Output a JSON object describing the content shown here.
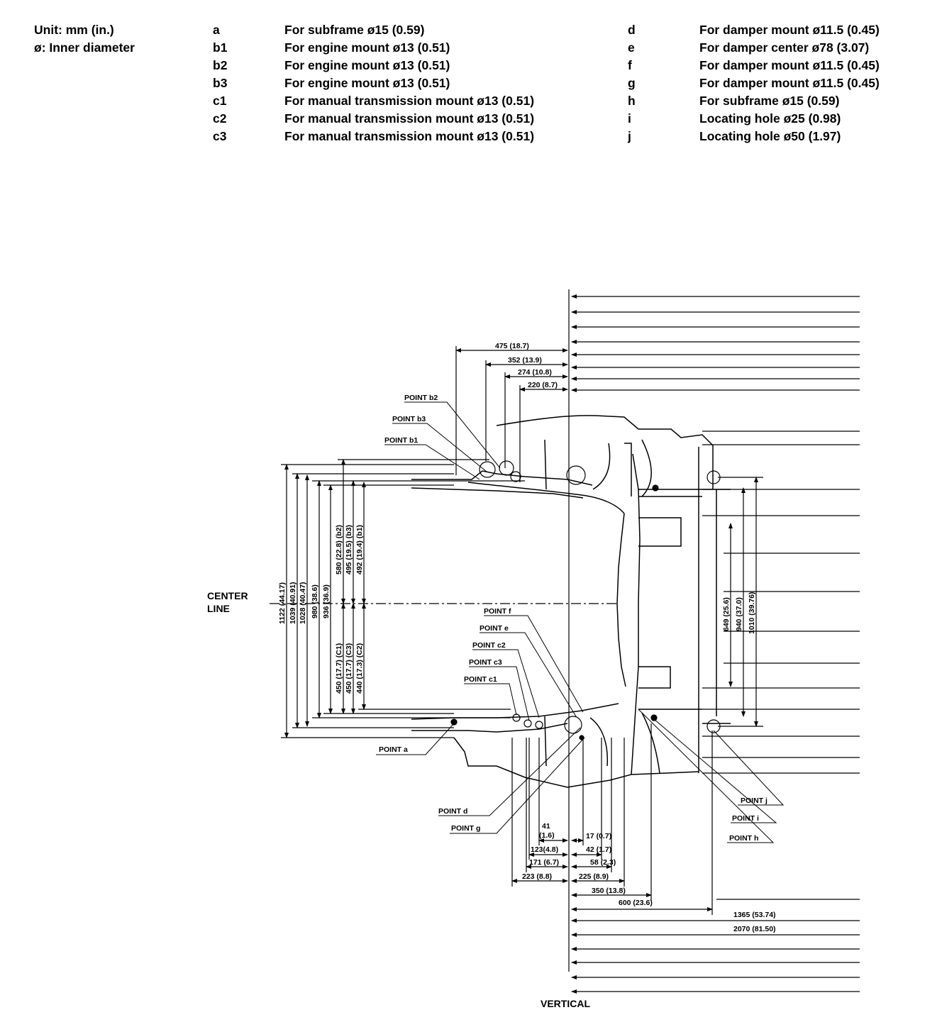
{
  "unit": {
    "unit_label": "Unit: mm (in.)",
    "diameter_note": "ø: Inner diameter"
  },
  "legend_left": [
    {
      "key": "a",
      "desc": "For subframe ø15 (0.59)"
    },
    {
      "key": "b1",
      "desc": "For engine mount ø13 (0.51)"
    },
    {
      "key": "b2",
      "desc": "For engine mount ø13 (0.51)"
    },
    {
      "key": "b3",
      "desc": "For engine mount ø13 (0.51)"
    },
    {
      "key": "c1",
      "desc": "For manual transmission mount ø13 (0.51)"
    },
    {
      "key": "c2",
      "desc": "For manual transmission mount ø13 (0.51)"
    },
    {
      "key": "c3",
      "desc": "For manual transmission mount ø13 (0.51)"
    }
  ],
  "legend_right": [
    {
      "key": "d",
      "desc": "For damper mount ø11.5 (0.45)"
    },
    {
      "key": "e",
      "desc": "For damper center ø78 (3.07)"
    },
    {
      "key": "f",
      "desc": "For damper mount ø11.5 (0.45)"
    },
    {
      "key": "g",
      "desc": "For damper mount ø11.5 (0.45)"
    },
    {
      "key": "h",
      "desc": "For subframe ø15 (0.59)"
    },
    {
      "key": "i",
      "desc": "Locating hole ø25 (0.98)"
    },
    {
      "key": "j",
      "desc": "Locating hole ø50 (1.97)"
    }
  ],
  "labels": {
    "center_line_1": "CENTER",
    "center_line_2": "LINE",
    "vertical": "VERTICAL"
  },
  "points": {
    "b2": "POINT b2",
    "b3": "POINT b3",
    "b1": "POINT b1",
    "f": "POINT f",
    "e": "POINT e",
    "c2": "POINT c2",
    "c3": "POINT c3",
    "c1": "POINT c1",
    "a": "POINT a",
    "d": "POINT d",
    "g": "POINT g",
    "j": "POINT j",
    "i": "POINT i",
    "h": "POINT h"
  },
  "top_dimensions": {
    "d475": "475 (18.7)",
    "d352": "352 (13.9)",
    "d274": "274 (10.8)",
    "d220": "220 (8.7)"
  },
  "left_dimensions": {
    "d1122": "1122 (44.17)",
    "d1039": "1039 (40.91)",
    "d1028": "1028 (40.47)",
    "d980": "980 (38.6)",
    "d936": "936 (36.9)",
    "d580": "580 (22.8) (b2)",
    "d495": "495 (19.5) (b3)",
    "d492": "492 (19.4) (b1)",
    "d450a": "450 (17.7) (C1)",
    "d450b": "450 (17.7) (C3)",
    "d440": "440 (17.3) (C2)"
  },
  "right_dimensions": {
    "d649": "649 (25.6)",
    "d940": "940 (37.0)",
    "d1010": "1010 (39.76)"
  },
  "bottom_dimensions": {
    "d41a": "41",
    "d41b": "(1.6)",
    "d17": "17 (0.7)",
    "d123": "123(4.8)",
    "d42": "42 (1.7)",
    "d171": "171 (6.7)",
    "d58": "58 (2.3)",
    "d223": "223 (8.8)",
    "d225": "225 (8.9)",
    "d350": "350 (13.8)",
    "d600": "600 (23.6)",
    "d1365": "1365 (53.74)",
    "d2070": "2070 (81.50)"
  }
}
